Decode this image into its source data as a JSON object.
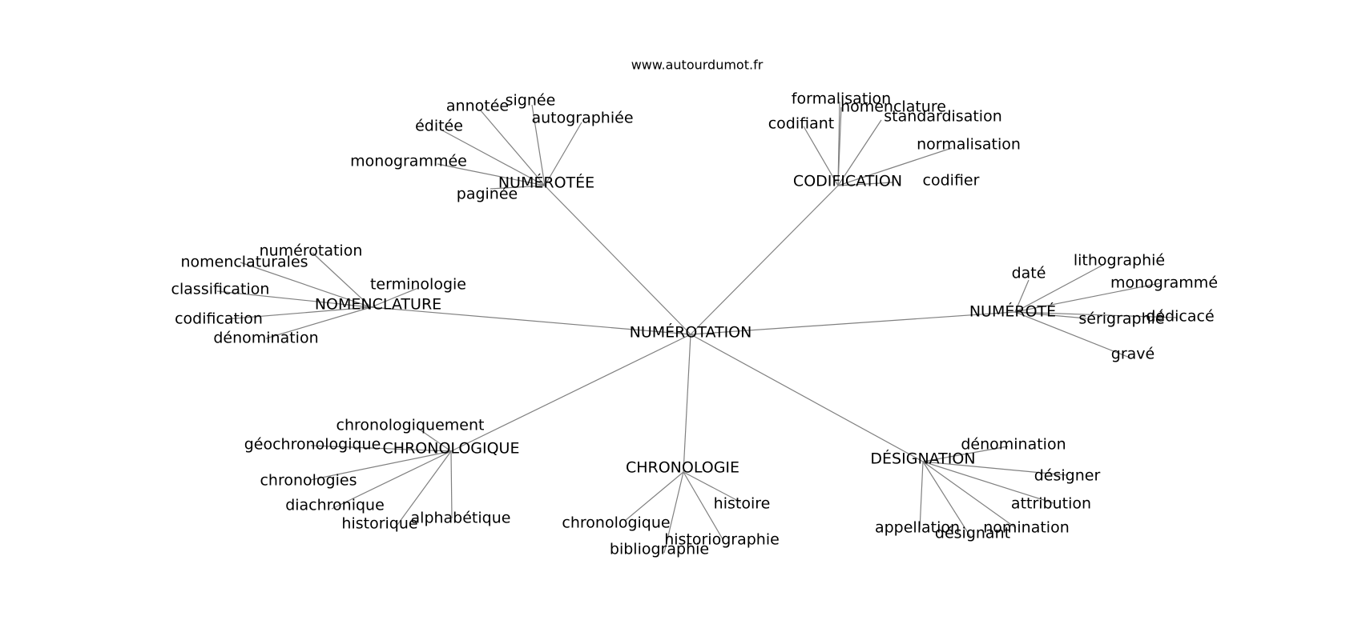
{
  "source": "www.autourdumot.fr",
  "diagram": {
    "type": "word-association-graph",
    "center": "NUMÉROTATION",
    "hubs": [
      {
        "id": "numerotee",
        "label": "NUMÉROTÉE",
        "words": [
          "signée",
          "annotée",
          "autographiée",
          "éditée",
          "monogrammée",
          "paginée"
        ]
      },
      {
        "id": "codification",
        "label": "CODIFICATION",
        "words": [
          "formalisation",
          "nomenclature",
          "codifiant",
          "standardisation",
          "normalisation",
          "codifier"
        ]
      },
      {
        "id": "nomenclature",
        "label": "NOMENCLATURE",
        "words": [
          "numérotation",
          "nomenclaturales",
          "terminologie",
          "classification",
          "codification",
          "dénomination"
        ]
      },
      {
        "id": "numerote",
        "label": "NUMÉROTÉ",
        "words": [
          "lithographié",
          "daté",
          "monogrammé",
          "dédicacé",
          "sérigraphié",
          "gravé"
        ]
      },
      {
        "id": "chronologique",
        "label": "CHRONOLOGIQUE",
        "words": [
          "chronologiquement",
          "géochronologique",
          "chronologies",
          "diachronique",
          "alphabétique",
          "historique"
        ]
      },
      {
        "id": "chronologie",
        "label": "CHRONOLOGIE",
        "words": [
          "histoire",
          "chronologique",
          "historiographie",
          "bibliographie"
        ]
      },
      {
        "id": "designation",
        "label": "DÉSIGNATION",
        "words": [
          "dénomination",
          "désigner",
          "attribution",
          "appellation",
          "nomination",
          "désignant"
        ]
      }
    ]
  }
}
